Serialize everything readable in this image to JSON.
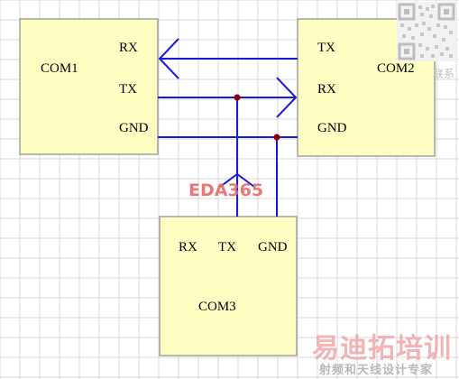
{
  "diagram": {
    "grid_color": "#d9d9d9",
    "box_fill": "#ffffc4",
    "box_stroke": "#a0a0a0",
    "wire_color": "#1a1adb",
    "junction_color": "#8b0000",
    "label_color": "#000000",
    "watermark_color": "#e86a6a",
    "watermark_text": "EDA365",
    "modules": {
      "com1": {
        "name": "COM1",
        "pins": {
          "rx": "RX",
          "tx": "TX",
          "gnd": "GND"
        }
      },
      "com2": {
        "name": "COM2",
        "pins": {
          "tx": "TX",
          "rx": "RX",
          "gnd": "GND"
        }
      },
      "com3": {
        "name": "COM3",
        "pins": {
          "rx": "RX",
          "tx": "TX",
          "gnd": "GND"
        }
      }
    }
  },
  "branding": {
    "logo_text": "易迪拓培训",
    "logo_subtitle": "射频和天线设计专家",
    "qr_icon": "qr-code-icon",
    "qr_caption_fragment": "联系"
  }
}
